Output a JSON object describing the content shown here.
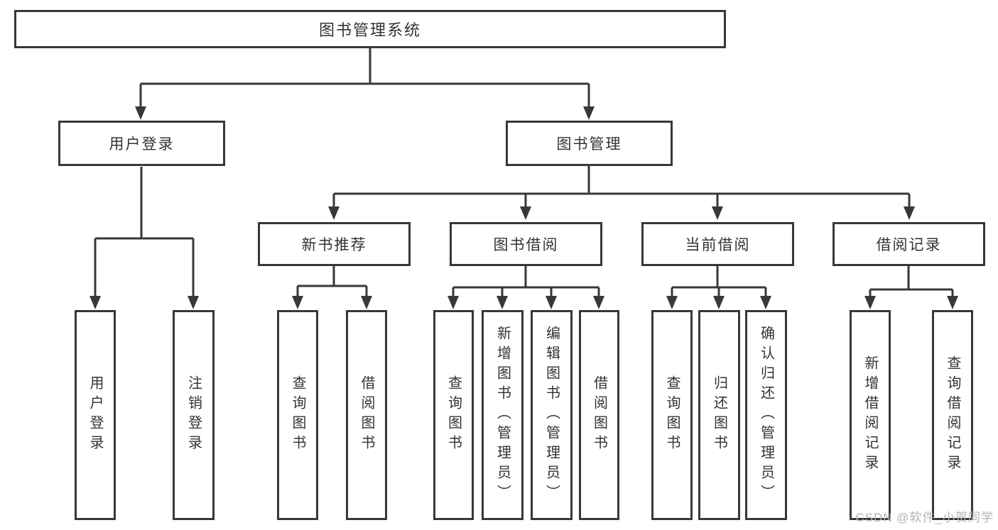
{
  "diagram": {
    "root": {
      "label": "图书管理系统"
    },
    "branches": [
      {
        "label": "用户登录",
        "children": [
          {
            "label": "用户登录"
          },
          {
            "label": "注销登录"
          }
        ]
      },
      {
        "label": "图书管理",
        "children": [
          {
            "label": "新书推荐",
            "children": [
              {
                "label": "查询图书"
              },
              {
                "label": "借阅图书"
              }
            ]
          },
          {
            "label": "图书借阅",
            "children": [
              {
                "label": "查询图书"
              },
              {
                "label": "新增图书（管理员）"
              },
              {
                "label": "编辑图书（管理员）"
              },
              {
                "label": "借阅图书"
              }
            ]
          },
          {
            "label": "当前借阅",
            "children": [
              {
                "label": "查询图书"
              },
              {
                "label": "归还图书"
              },
              {
                "label": "确认归还（管理员）"
              }
            ]
          },
          {
            "label": "借阅记录",
            "children": [
              {
                "label": "新增借阅记录"
              },
              {
                "label": "查询借阅记录"
              }
            ]
          }
        ]
      }
    ]
  },
  "watermark": {
    "text": "CSDN @软件_小贺同学",
    "color": "#b5b5b5"
  },
  "colors": {
    "line": "#383838",
    "border": "#383838",
    "text": "#333333",
    "background": "#ffffff"
  }
}
